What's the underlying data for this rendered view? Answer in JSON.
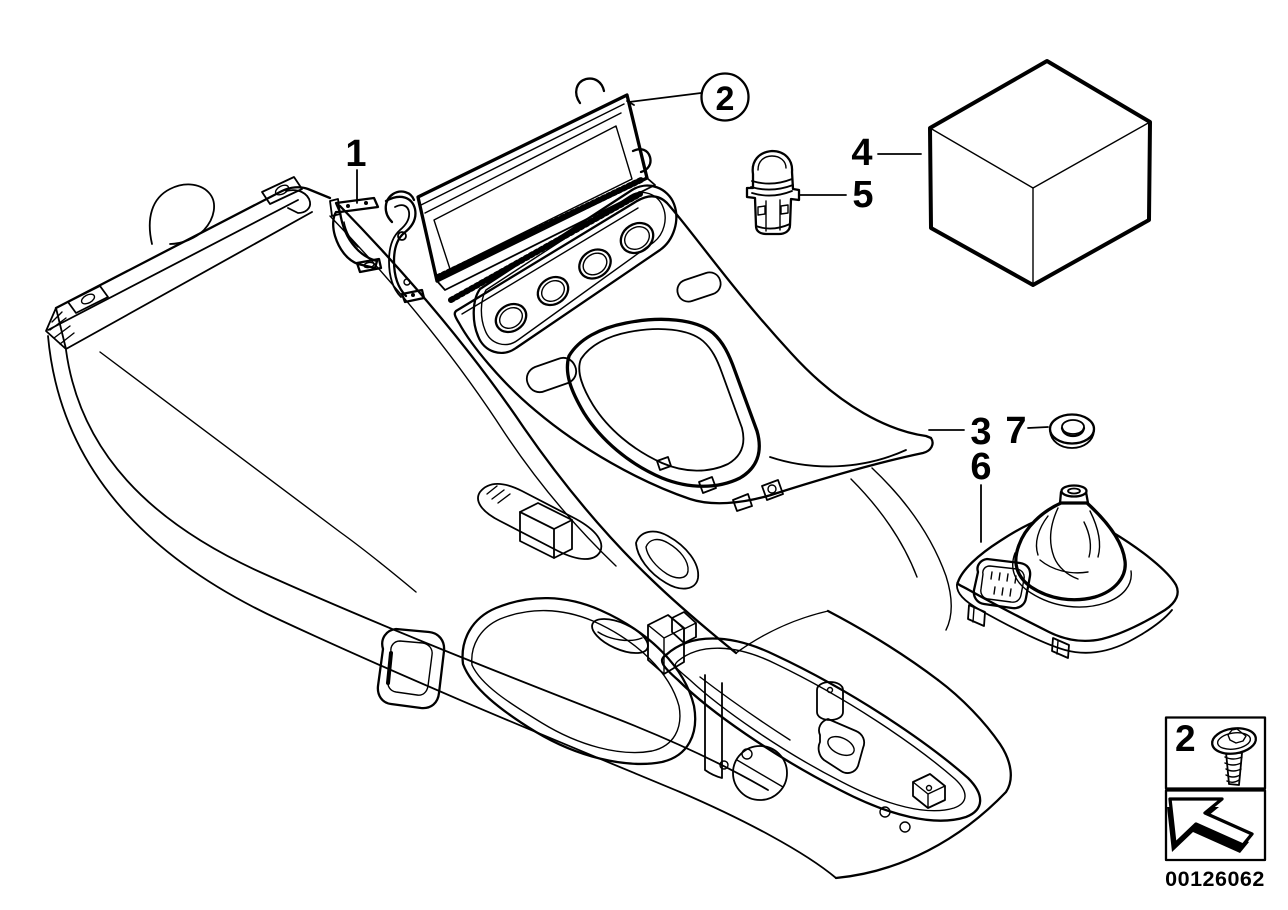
{
  "page": {
    "background_color": "#ffffff",
    "line_color": "#000000",
    "kind": "exploded-parts-diagram"
  },
  "callouts": [
    {
      "label": "1",
      "circled": false,
      "target": "mounting-bracket"
    },
    {
      "label": "2",
      "circled": true,
      "target": "display-panel"
    },
    {
      "label": "3",
      "circled": false,
      "target": "console-trim-panel"
    },
    {
      "label": "4",
      "circled": false,
      "target": "packaged-part-box"
    },
    {
      "label": "5",
      "circled": false,
      "target": "lighter-socket"
    },
    {
      "label": "6",
      "circled": false,
      "target": "shift-boot-cover"
    },
    {
      "label": "7",
      "circled": false,
      "target": "grommet-washer"
    }
  ],
  "legend": {
    "screw_row": {
      "label": "2",
      "icon": "torx-screw-icon"
    },
    "arrow_row": {
      "icon": "direction-arrow-icon"
    }
  },
  "footer": {
    "doc_number": "00126062"
  }
}
